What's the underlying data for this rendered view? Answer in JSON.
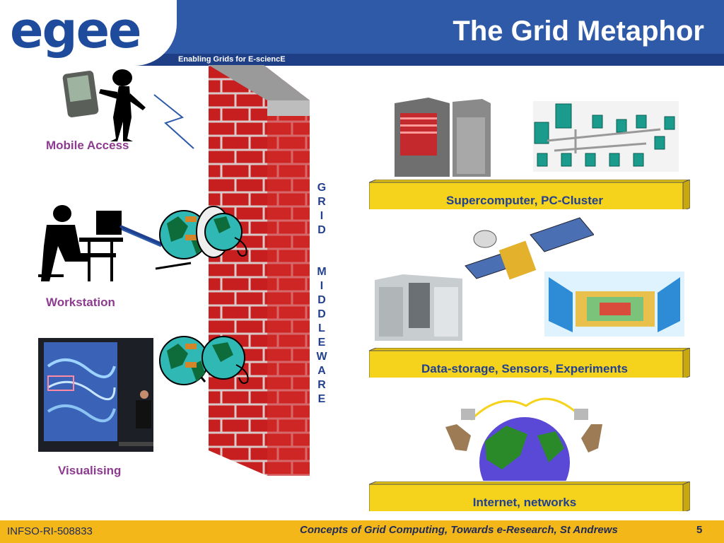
{
  "header": {
    "logo_text": "egee",
    "tagline": "Enabling Grids for E-sciencE",
    "title": "The Grid Metaphor"
  },
  "left_labels": {
    "mobile": "Mobile Access",
    "workstation": "Workstation",
    "visualising": "Visualising"
  },
  "middleware_letters": [
    "G",
    "R",
    "I",
    "D",
    "M",
    "I",
    "D",
    "D",
    "L",
    "E",
    "W",
    "A",
    "R",
    "E"
  ],
  "banners": {
    "supercomputer": "Supercomputer, PC-Cluster",
    "storage": "Data-storage, Sensors, Experiments",
    "internet": "Internet, networks"
  },
  "footer": {
    "project": "INFSO-RI-508833",
    "caption": "Concepts of Grid Computing, Towards e-Research, St Andrews",
    "page": "5"
  },
  "colors": {
    "header_blue": "#2f5aa8",
    "footer_gold": "#f4b71a",
    "label_purple": "#8d3b8f",
    "banner_yellow": "#f5d21c",
    "brick_red": "#d22a2a"
  }
}
